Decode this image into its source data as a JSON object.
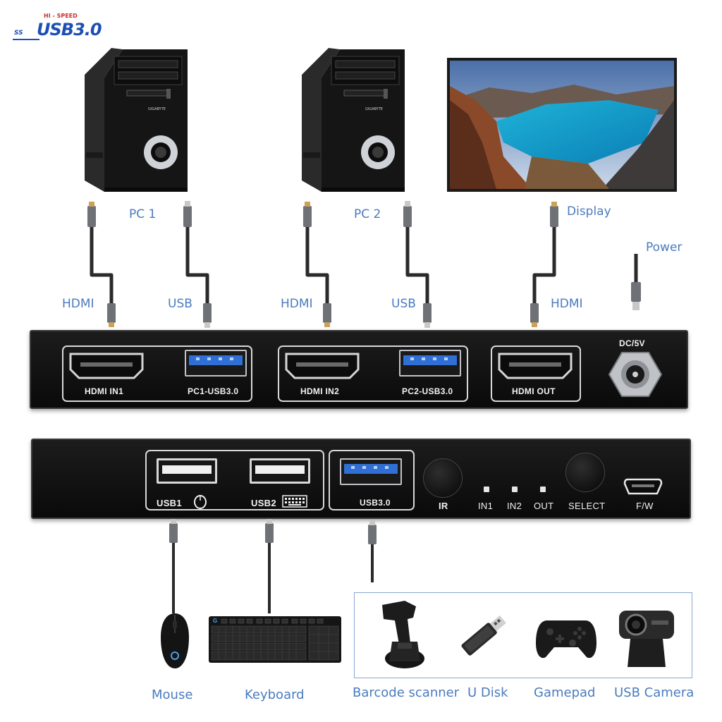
{
  "badge": {
    "top_text": "HI - SPEED",
    "side_text": "SS",
    "main_text": "USB3.0"
  },
  "connections": {
    "pc1": "PC 1",
    "pc2": "PC 2",
    "display": "Display",
    "power": "Power",
    "hdmi": "HDMI",
    "usb": "USB"
  },
  "front_panel": {
    "ports": [
      "HDMI IN1",
      "PC1-USB3.0",
      "HDMI IN2",
      "PC2-USB3.0",
      "HDMI OUT"
    ],
    "dc": "DC/5V"
  },
  "back_panel": {
    "usb1": "USB1",
    "usb2": "USB2",
    "usb3": "USB3.0",
    "ir": "IR",
    "leds": [
      "IN1",
      "IN2",
      "OUT"
    ],
    "select": "SELECT",
    "fw": "F/W"
  },
  "tower_brand": "GIGABYTE",
  "keyboard_brand": "G",
  "peripherals": {
    "mouse": "Mouse",
    "keyboard": "Keyboard",
    "barcode": "Barcode scanner",
    "udisk": "U Disk",
    "gamepad": "Gamepad",
    "camera": "USB Camera"
  },
  "colors": {
    "label_blue": "#4a7bbf",
    "usb_blue": "#2f6fd6",
    "panel": "#111111"
  }
}
